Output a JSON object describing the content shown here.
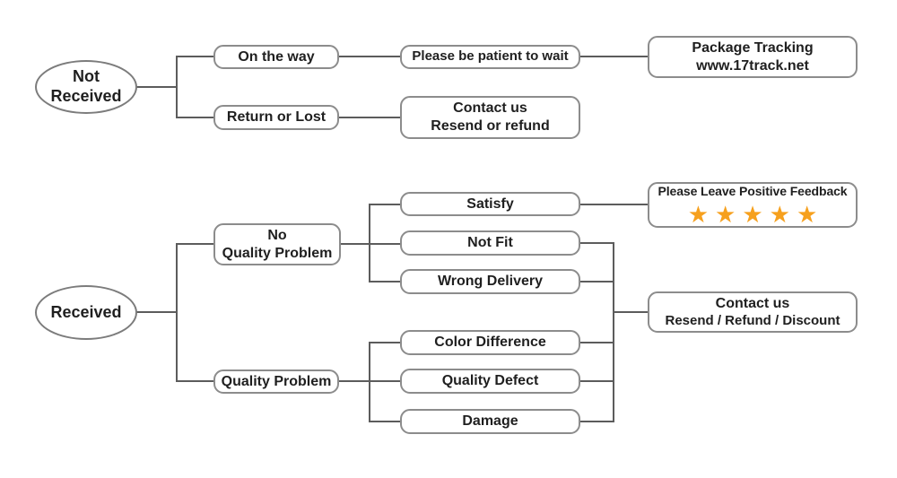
{
  "palette": {
    "star_color": "#f6a01d",
    "box_border_color": "#8c8c8c",
    "connector_color": "#5c5c5c",
    "text_color": "#1f1f1f"
  },
  "not_received_flow": {
    "start_line1": "Not",
    "start_line2": "Received",
    "on_the_way": "On the way",
    "return_or_lost": "Return or Lost",
    "be_patient": "Please be patient to wait",
    "contact_line1": "Contact us",
    "contact_line2": "Resend or refund",
    "tracking_line1": "Package Tracking",
    "tracking_line2": "www.17track.net"
  },
  "received_flow": {
    "start": "Received",
    "no_quality_line1": "No",
    "no_quality_line2": "Quality Problem",
    "quality_problem": "Quality Problem",
    "satisfy": "Satisfy",
    "not_fit": "Not Fit",
    "wrong_delivery": "Wrong Delivery",
    "color_difference": "Color Difference",
    "quality_defect": "Quality Defect",
    "damage": "Damage",
    "feedback_title": "Please Leave Positive Feedback",
    "feedback_stars": "★★★★★",
    "contact_line1": "Contact us",
    "contact_line2": "Resend / Refund / Discount"
  }
}
